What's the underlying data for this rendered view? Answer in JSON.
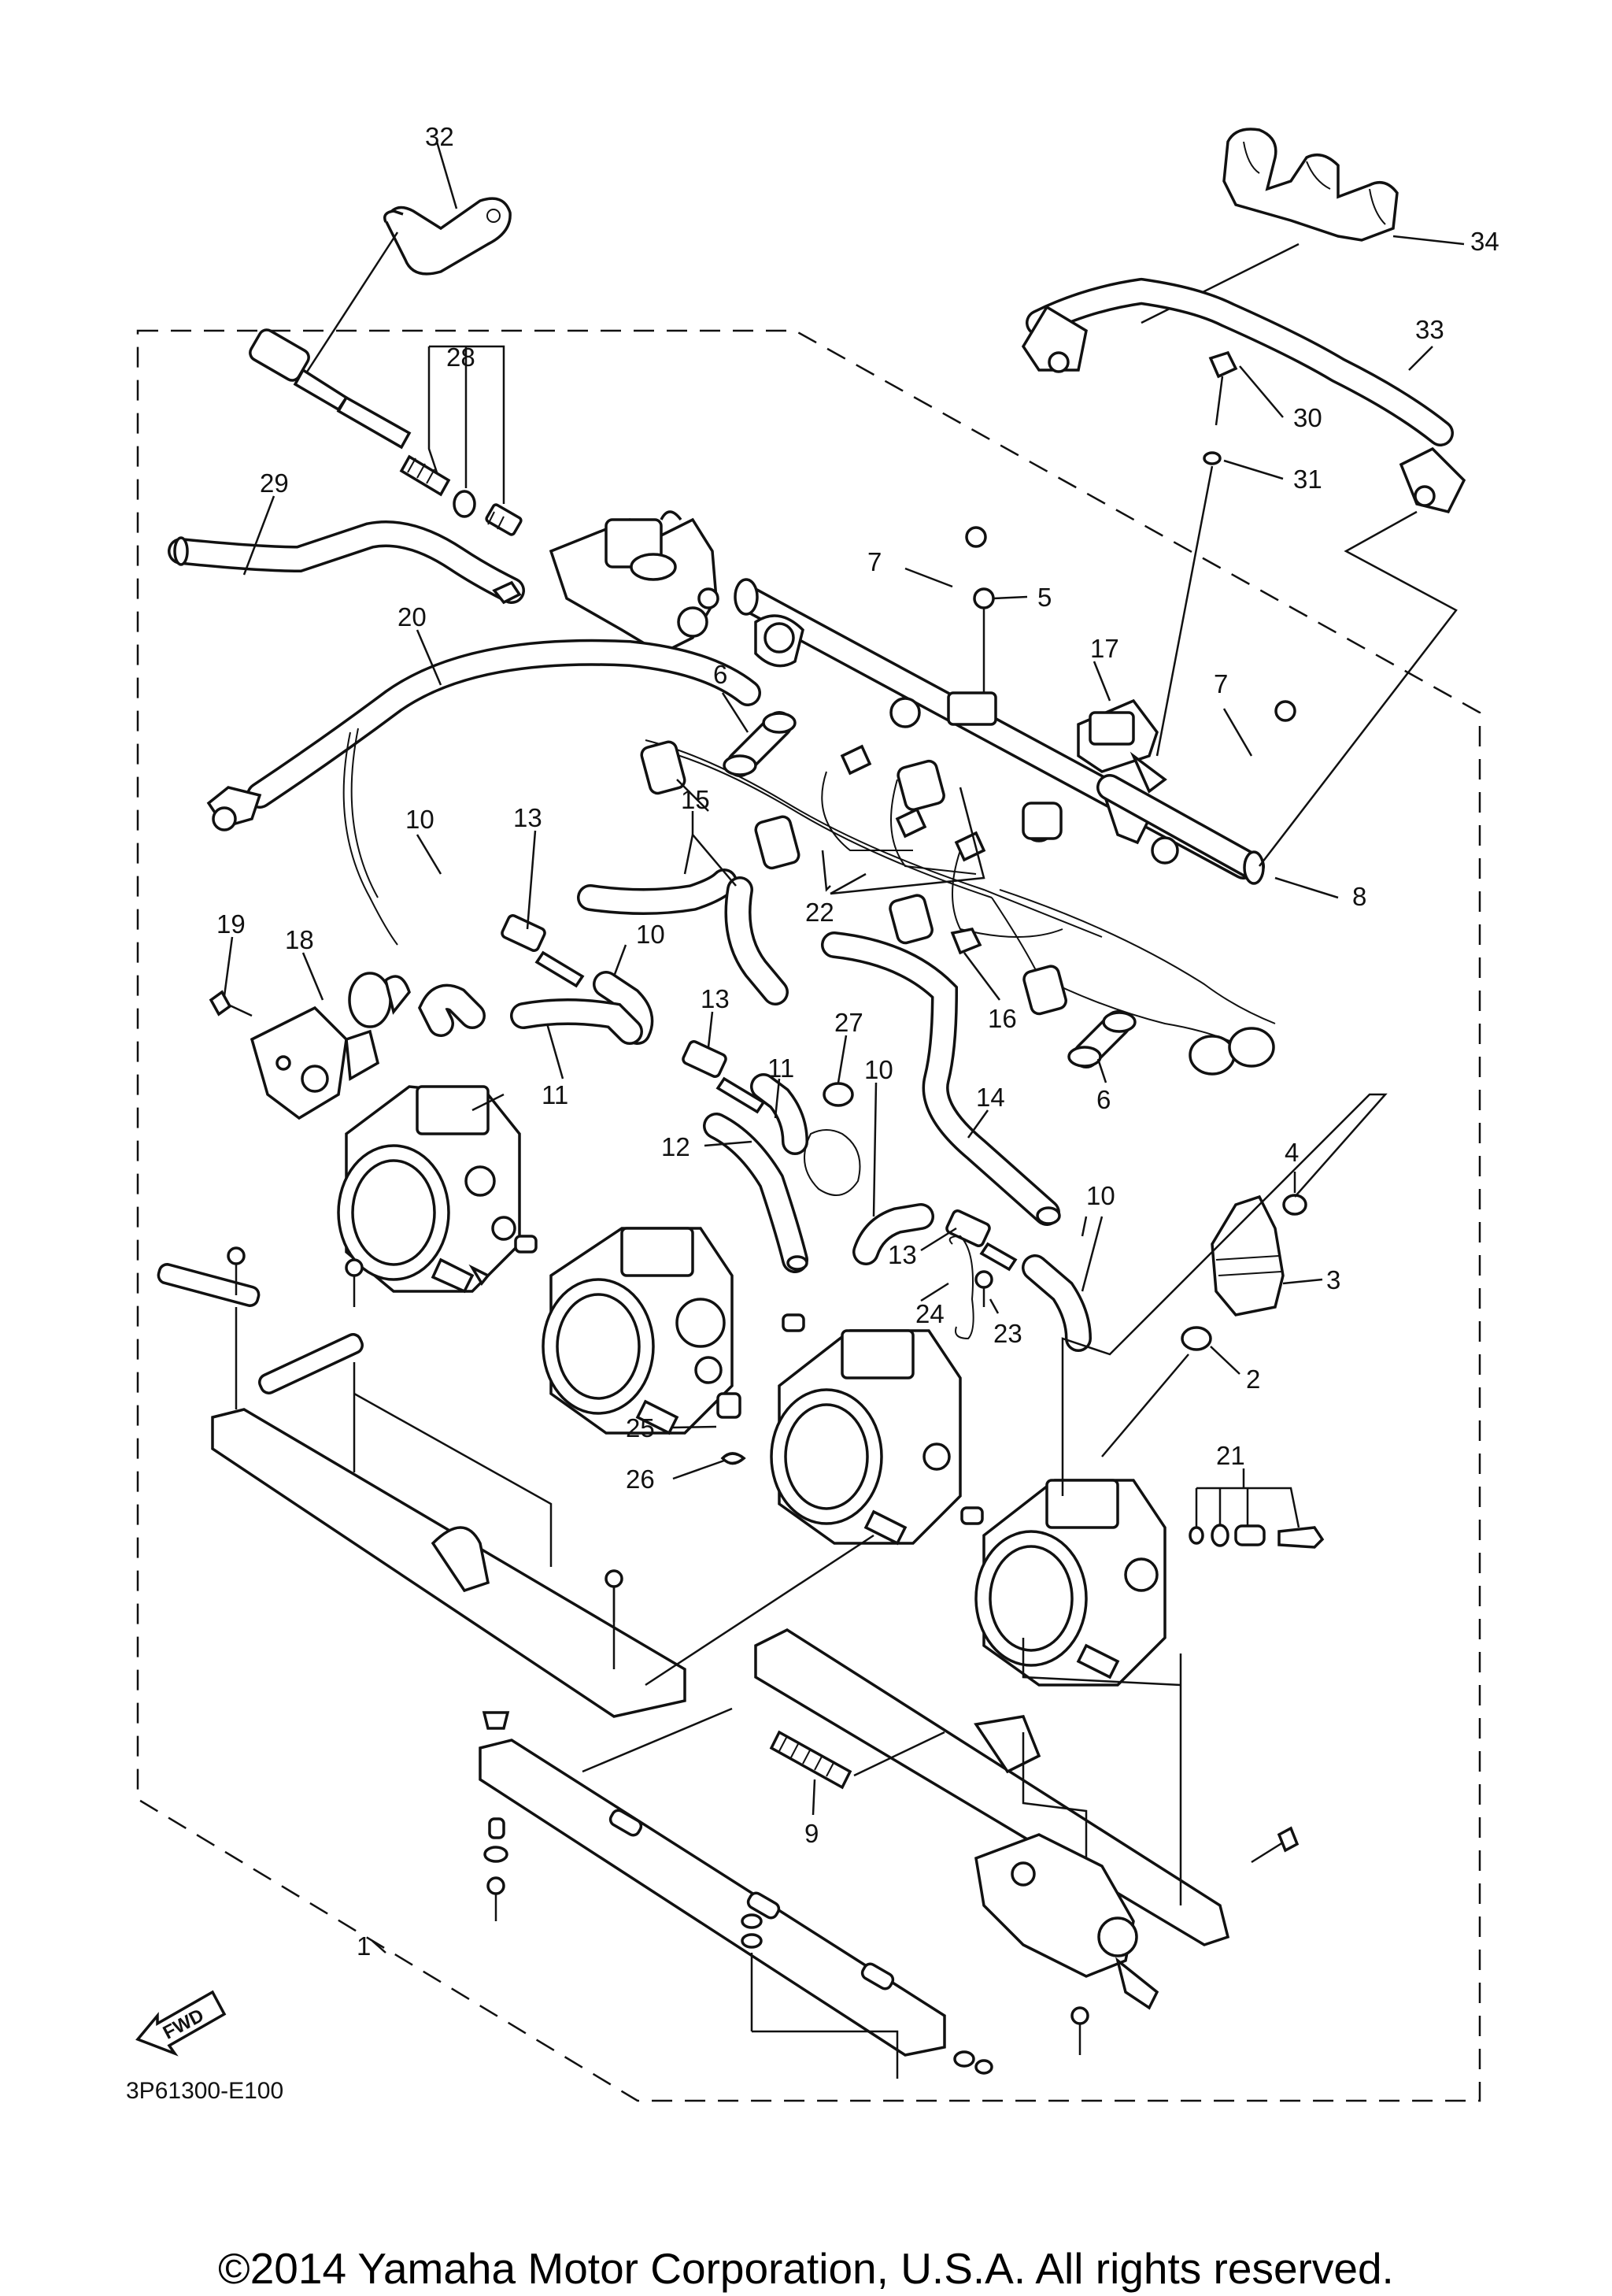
{
  "diagram": {
    "callouts": [
      {
        "id": "c1",
        "text": "1"
      },
      {
        "id": "c2",
        "text": "2"
      },
      {
        "id": "c3",
        "text": "3"
      },
      {
        "id": "c4",
        "text": "4"
      },
      {
        "id": "c5",
        "text": "5"
      },
      {
        "id": "c6a",
        "text": "6"
      },
      {
        "id": "c6b",
        "text": "6"
      },
      {
        "id": "c7a",
        "text": "7"
      },
      {
        "id": "c7b",
        "text": "7"
      },
      {
        "id": "c8",
        "text": "8"
      },
      {
        "id": "c9",
        "text": "9"
      },
      {
        "id": "c10a",
        "text": "10"
      },
      {
        "id": "c10b",
        "text": "10"
      },
      {
        "id": "c10c",
        "text": "10"
      },
      {
        "id": "c10d",
        "text": "10"
      },
      {
        "id": "c11a",
        "text": "11"
      },
      {
        "id": "c11b",
        "text": "11"
      },
      {
        "id": "c12",
        "text": "12"
      },
      {
        "id": "c13a",
        "text": "13"
      },
      {
        "id": "c13b",
        "text": "13"
      },
      {
        "id": "c13c",
        "text": "13"
      },
      {
        "id": "c14",
        "text": "14"
      },
      {
        "id": "c15",
        "text": "15"
      },
      {
        "id": "c16",
        "text": "16"
      },
      {
        "id": "c17",
        "text": "17"
      },
      {
        "id": "c18",
        "text": "18"
      },
      {
        "id": "c19",
        "text": "19"
      },
      {
        "id": "c20",
        "text": "20"
      },
      {
        "id": "c21",
        "text": "21"
      },
      {
        "id": "c22",
        "text": "22"
      },
      {
        "id": "c23",
        "text": "23"
      },
      {
        "id": "c24",
        "text": "24"
      },
      {
        "id": "c25",
        "text": "25"
      },
      {
        "id": "c26",
        "text": "26"
      },
      {
        "id": "c27",
        "text": "27"
      },
      {
        "id": "c28",
        "text": "28"
      },
      {
        "id": "c29",
        "text": "29"
      },
      {
        "id": "c30",
        "text": "30"
      },
      {
        "id": "c31",
        "text": "31"
      },
      {
        "id": "c32",
        "text": "32"
      },
      {
        "id": "c33",
        "text": "33"
      },
      {
        "id": "c34",
        "text": "34"
      }
    ],
    "fwd_label": "FWD",
    "diagram_code": "3P61300-E100",
    "copyright": "©2014 Yamaha Motor Corporation, U.S.A. All rights reserved."
  },
  "colors": {
    "line": "#111111",
    "background": "#ffffff"
  }
}
